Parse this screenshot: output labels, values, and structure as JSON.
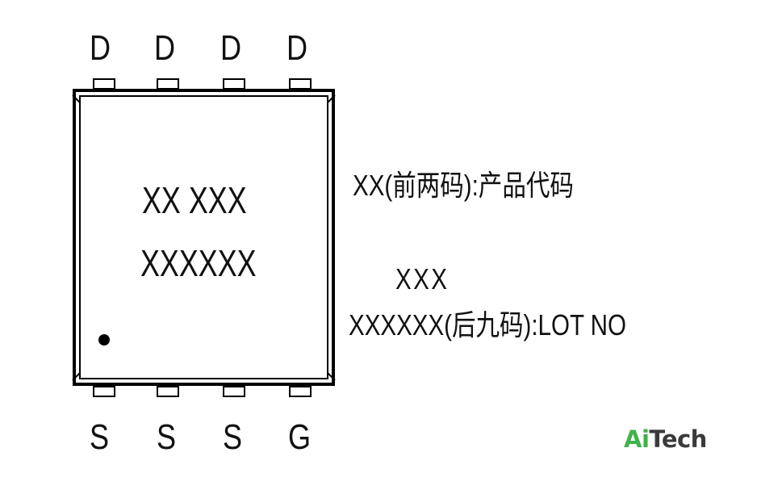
{
  "pins": {
    "top": [
      "D",
      "D",
      "D",
      "D"
    ],
    "bottom": [
      "S",
      "S",
      "S",
      "G"
    ]
  },
  "package": {
    "marking_line1": "XX XXX",
    "marking_line2": "XXXXXX"
  },
  "legend": {
    "line1": "XX(前两码):产品代码",
    "line2": "XXX",
    "line3": "XXXXXX(后九码):LOT NO"
  },
  "logo": {
    "text_green": "Ai",
    "text_dark": "Tech",
    "color_green": "#3fb24a",
    "color_dark": "#3a3a3a"
  }
}
